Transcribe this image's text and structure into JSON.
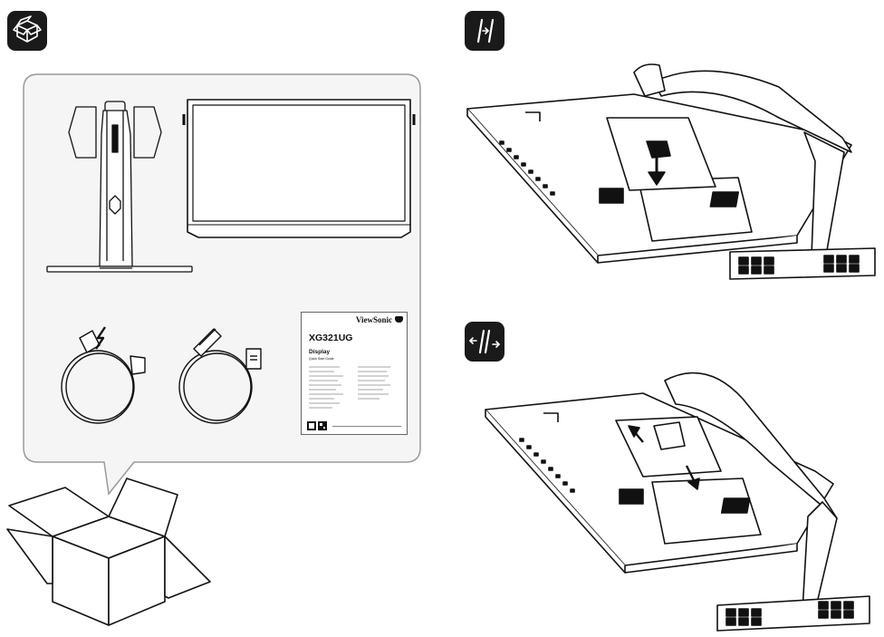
{
  "box_contents": {
    "icon": "box-contents-icon",
    "guide": {
      "brand": "ViewSonic",
      "model": "XG321UG",
      "title": "Display",
      "subtitle": "Quick Start Guide"
    }
  },
  "steps": [
    {
      "icon": "attach-stand-icon"
    },
    {
      "icon": "release-stand-icon"
    }
  ],
  "colors": {
    "ink": "#111111",
    "badge": "#1a1a1a",
    "panel_fill": "#f5f5f5",
    "panel_border": "#9a9a9a"
  }
}
